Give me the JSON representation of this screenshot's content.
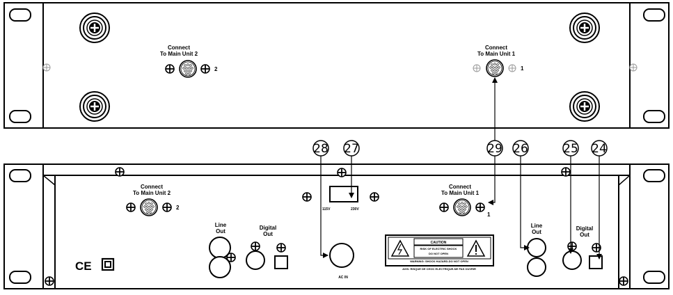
{
  "top_unit": {
    "connector_left": {
      "label_line1": "Connect",
      "label_line2": "To Main Unit 2",
      "index": "2"
    },
    "connector_right": {
      "label_line1": "Connect",
      "label_line2": "To Main Unit 1",
      "index": "1"
    }
  },
  "bottom_unit": {
    "connector_left": {
      "label_line1": "Connect",
      "label_line2": "To Main Unit 2",
      "index": "2"
    },
    "connector_right": {
      "label_line1": "Connect",
      "label_line2": "To Main Unit 1",
      "index": "1"
    },
    "line_out_left": {
      "line1": "Line",
      "line2": "Out"
    },
    "digital_out_left": {
      "line1": "Digital",
      "line2": "Out"
    },
    "line_out_right": {
      "line1": "Line",
      "line2": "Out"
    },
    "digital_out_right": {
      "line1": "Digital",
      "line2": "Out"
    },
    "voltage_left": "115V",
    "voltage_right": "230V",
    "ac_in": "AC IN",
    "ce_mark": "CE",
    "caution": {
      "title": "CAUTION",
      "sub1": "RISK OF ELECTRIC SHOCK",
      "sub2": "DO NOT OPEN",
      "warning": "WARNING: SHOCK HAZARD-DO NOT OPEN",
      "avis": "AVIS: RISQUE DE CHOC ELECTRIQUE-NE PAS OUVRIR"
    }
  },
  "callouts": [
    "28",
    "27",
    "29",
    "26",
    "25",
    "24"
  ]
}
